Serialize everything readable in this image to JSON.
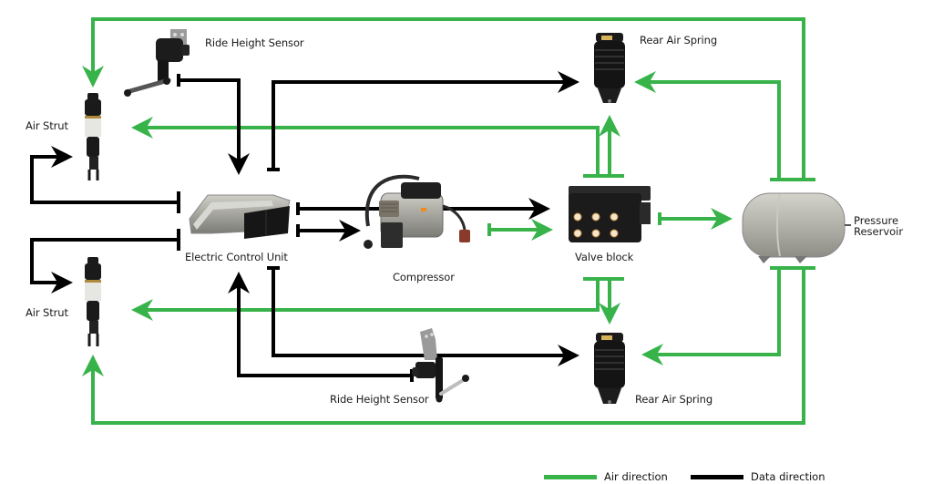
{
  "colors": {
    "air": "#37b34a",
    "data": "#000000"
  },
  "components": {
    "ride_height_sensor_top": "Ride Height Sensor",
    "ride_height_sensor_bottom": "Ride Height Sensor",
    "rear_air_spring_top": "Rear Air Spring",
    "rear_air_spring_bottom": "Rear Air Spring",
    "air_strut_top": "Air Strut",
    "air_strut_bottom": "Air Strut",
    "ecu": "Electric Control Unit",
    "compressor": "Compressor",
    "valve_block": "Valve block",
    "pressure_reservoir_line1": "Pressure",
    "pressure_reservoir_line2": "Reservoir"
  },
  "legend": {
    "air_label": "Air direction",
    "data_label": "Data direction"
  },
  "connections": [
    {
      "type": "data",
      "from": "Ride Height Sensor (top)",
      "to": "Electric Control Unit"
    },
    {
      "type": "data",
      "from": "Electric Control Unit",
      "to": "Rear Air Spring (top)"
    },
    {
      "type": "data",
      "from": "Electric Control Unit",
      "to": "Air Strut (top)"
    },
    {
      "type": "data",
      "from": "Electric Control Unit",
      "to": "Air Strut (bottom)"
    },
    {
      "type": "data",
      "from": "Electric Control Unit",
      "to": "Valve block"
    },
    {
      "type": "data",
      "from": "Electric Control Unit",
      "to": "Compressor"
    },
    {
      "type": "data",
      "from": "Electric Control Unit",
      "to": "Rear Air Spring (bottom)"
    },
    {
      "type": "data",
      "from": "Ride Height Sensor (bottom)",
      "to": "Electric Control Unit"
    },
    {
      "type": "air",
      "from": "Compressor",
      "to": "Valve block"
    },
    {
      "type": "air",
      "from": "Valve block",
      "to": "Pressure Reservoir"
    },
    {
      "type": "air",
      "from": "Valve block",
      "to": "Air Strut (top)"
    },
    {
      "type": "air",
      "from": "Valve block",
      "to": "Rear Air Spring (top)"
    },
    {
      "type": "air",
      "from": "Valve block",
      "to": "Air Strut (bottom)"
    },
    {
      "type": "air",
      "from": "Valve block",
      "to": "Rear Air Spring (bottom)"
    },
    {
      "type": "air",
      "from": "Pressure Reservoir",
      "to": "Air Strut (top)"
    },
    {
      "type": "air",
      "from": "Pressure Reservoir",
      "to": "Rear Air Spring (top)"
    },
    {
      "type": "air",
      "from": "Pressure Reservoir",
      "to": "Rear Air Spring (bottom)"
    },
    {
      "type": "air",
      "from": "Pressure Reservoir",
      "to": "Air Strut (bottom)"
    }
  ]
}
